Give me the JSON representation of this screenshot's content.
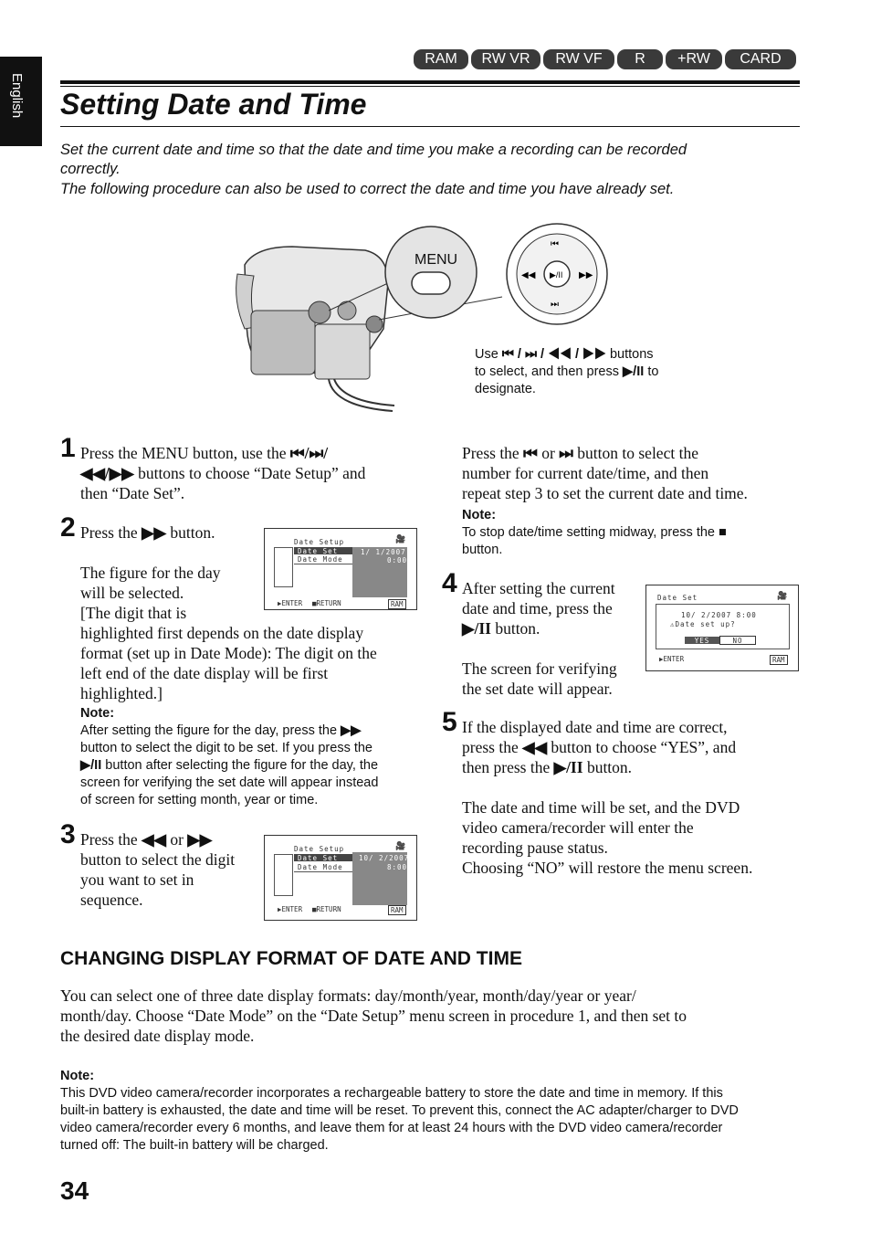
{
  "side_tab": "English",
  "badges": [
    "RAM",
    "RW VR",
    "RW VF",
    "R",
    "+RW",
    "CARD"
  ],
  "title": "Setting Date and Time",
  "intro": [
    "Set the current date and time so that the date and time you make a recording can be recorded",
    "correctly.",
    "The following procedure can also be used to correct the date and time you have already set."
  ],
  "illustration": {
    "menu_label": "MENU",
    "caption_use": "Use",
    "caption_rest_1": "buttons",
    "caption_line2": "to select, and then press",
    "caption_to": "to",
    "caption_line3": "designate."
  },
  "steps": {
    "s1": {
      "num": "1",
      "l1": "Press the MENU button, use the",
      "l2": "buttons to choose “Date Setup” and",
      "l3": "then “Date Set”."
    },
    "s2": {
      "num": "2",
      "l1a": "Press the",
      "l1b": "button.",
      "p1": "The figure for the day",
      "p2": "will be selected.",
      "p3": "[The digit that is",
      "p4": "highlighted first depends on the date display",
      "p5": "format (set up in Date Mode): The digit on the",
      "p6": "left end of the date display will be first",
      "p7": "highlighted.]",
      "note_h": "Note:",
      "n1a": "After setting the figure for the day, press the",
      "n2": "button to select the digit to be set. If you press the",
      "n3": "button after selecting the figure for the day, the",
      "n4": "screen for verifying the set date will appear instead",
      "n5": "of screen for setting month, year or time."
    },
    "s3": {
      "num": "3",
      "l1a": "Press the",
      "l1b": "or",
      "l2": "button to select the digit",
      "l3": "you want to set in",
      "l4": "sequence."
    },
    "r1": {
      "l1a": "Press the",
      "l1b": "or",
      "l1c": "button to select the",
      "l2": "number for current date/time, and then",
      "l3": "repeat step 3 to set the current date and time.",
      "note_h": "Note:",
      "n1": "To stop date/time setting midway, press the",
      "n2": "button."
    },
    "s4": {
      "num": "4",
      "l1": "After setting the current",
      "l2": "date and time, press the",
      "l3": "button.",
      "l4": "The screen for verifying",
      "l5": "the set date will appear."
    },
    "s5": {
      "num": "5",
      "l1": "If the displayed date and time are correct,",
      "l2a": "press the",
      "l2b": "button to choose “YES”, and",
      "l3a": "then press the",
      "l3b": "button.",
      "p1": "The date and time will be set, and the DVD",
      "p2": "video camera/recorder will enter the",
      "p3": "recording pause status.",
      "p4": "Choosing “NO” will restore the menu screen."
    }
  },
  "screens": {
    "a": {
      "header": "Date Setup",
      "item1": "Date Set",
      "item2": "Date Mode",
      "date": "1/ 1/2007",
      "time": "0:00",
      "enter": "ENTER",
      "ret": "RETURN",
      "ram": "RAM"
    },
    "b": {
      "header": "Date Setup",
      "item1": "Date Set",
      "item2": "Date Mode",
      "date": "10/ 2/2007",
      "time": "8:00",
      "enter": "ENTER",
      "ret": "RETURN",
      "ram": "RAM"
    },
    "c": {
      "header": "Date Set",
      "date": "10/ 2/2007  8:00",
      "q": "Date set up?",
      "yes": "YES",
      "no": "NO",
      "enter": "ENTER",
      "ram": "RAM"
    }
  },
  "section": {
    "title": "CHANGING DISPLAY FORMAT OF DATE AND TIME",
    "p1": "You can select one of three date display formats: day/month/year, month/day/year or year/",
    "p2": "month/day. Choose “Date Mode” on the “Date Setup” menu screen in procedure 1, and then set to",
    "p3": "the desired date display mode."
  },
  "bottom_note": {
    "h": "Note:",
    "l1": "This DVD video camera/recorder incorporates a rechargeable battery to store the date and time in memory. If this",
    "l2": "built-in battery is exhausted, the date and time will be reset. To prevent this, connect the AC adapter/charger to DVD",
    "l3": "video camera/recorder every 6 months, and leave them for at least 24 hours with the DVD video camera/recorder",
    "l4": "turned off: The built-in battery will be charged."
  },
  "page_number": "34"
}
